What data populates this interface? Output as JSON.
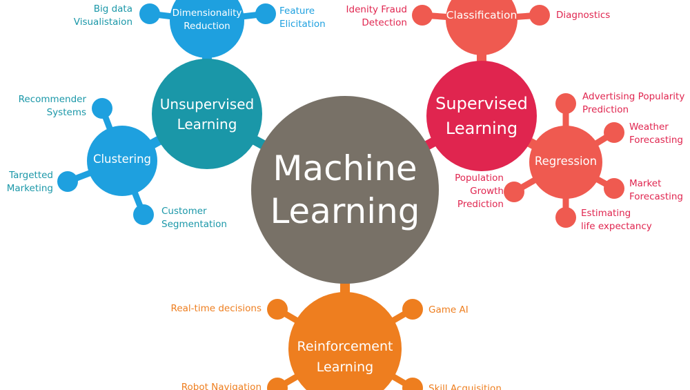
{
  "colors": {
    "center": "#787167",
    "unsupervised": "#1a97a8",
    "blue_branch": "#1ea0df",
    "supervised": "#e0254f",
    "coral_branch": "#ef5a50",
    "reinforcement": "#ee7e1f"
  },
  "center": {
    "line1": "Machine",
    "line2": "Learning"
  },
  "unsupervised": {
    "title_line1": "Unsupervised",
    "title_line2": "Learning",
    "dimensionality": {
      "line1": "Dimensionality",
      "line2": "Reduction",
      "leaves": [
        {
          "line1": "Big data",
          "line2": "Visualistaion"
        },
        {
          "line1": "Feature",
          "line2": "Elicitation"
        }
      ]
    },
    "clustering": {
      "label": "Clustering",
      "leaves": [
        {
          "line1": "Recommender",
          "line2": "Systems"
        },
        {
          "line1": "Targetted",
          "line2": "Marketing"
        },
        {
          "line1": "Customer",
          "line2": "Segmentation"
        }
      ]
    }
  },
  "supervised": {
    "title_line1": "Supervised",
    "title_line2": "Learning",
    "classification": {
      "label": "Classification",
      "leaves": [
        {
          "line1": "Idenity Fraud",
          "line2": "Detection"
        },
        {
          "line1": "Diagnostics"
        }
      ]
    },
    "regression": {
      "label": "Regression",
      "leaves": [
        {
          "line1": "Advertising Popularity",
          "line2": "Prediction"
        },
        {
          "line1": "Weather",
          "line2": "Forecasting"
        },
        {
          "line1": "Market",
          "line2": "Forecasting"
        },
        {
          "line1": "Estimating",
          "line2": "life expectancy"
        },
        {
          "line1": "Population",
          "line2": "Growth",
          "line3": "Prediction"
        }
      ]
    }
  },
  "reinforcement": {
    "title_line1": "Reinforcement",
    "title_line2": "Learning",
    "leaves": [
      {
        "line1": "Real-time decisions"
      },
      {
        "line1": "Game AI"
      },
      {
        "line1": "Robot Navigation"
      },
      {
        "line1": "Skill Acquisition"
      }
    ]
  }
}
